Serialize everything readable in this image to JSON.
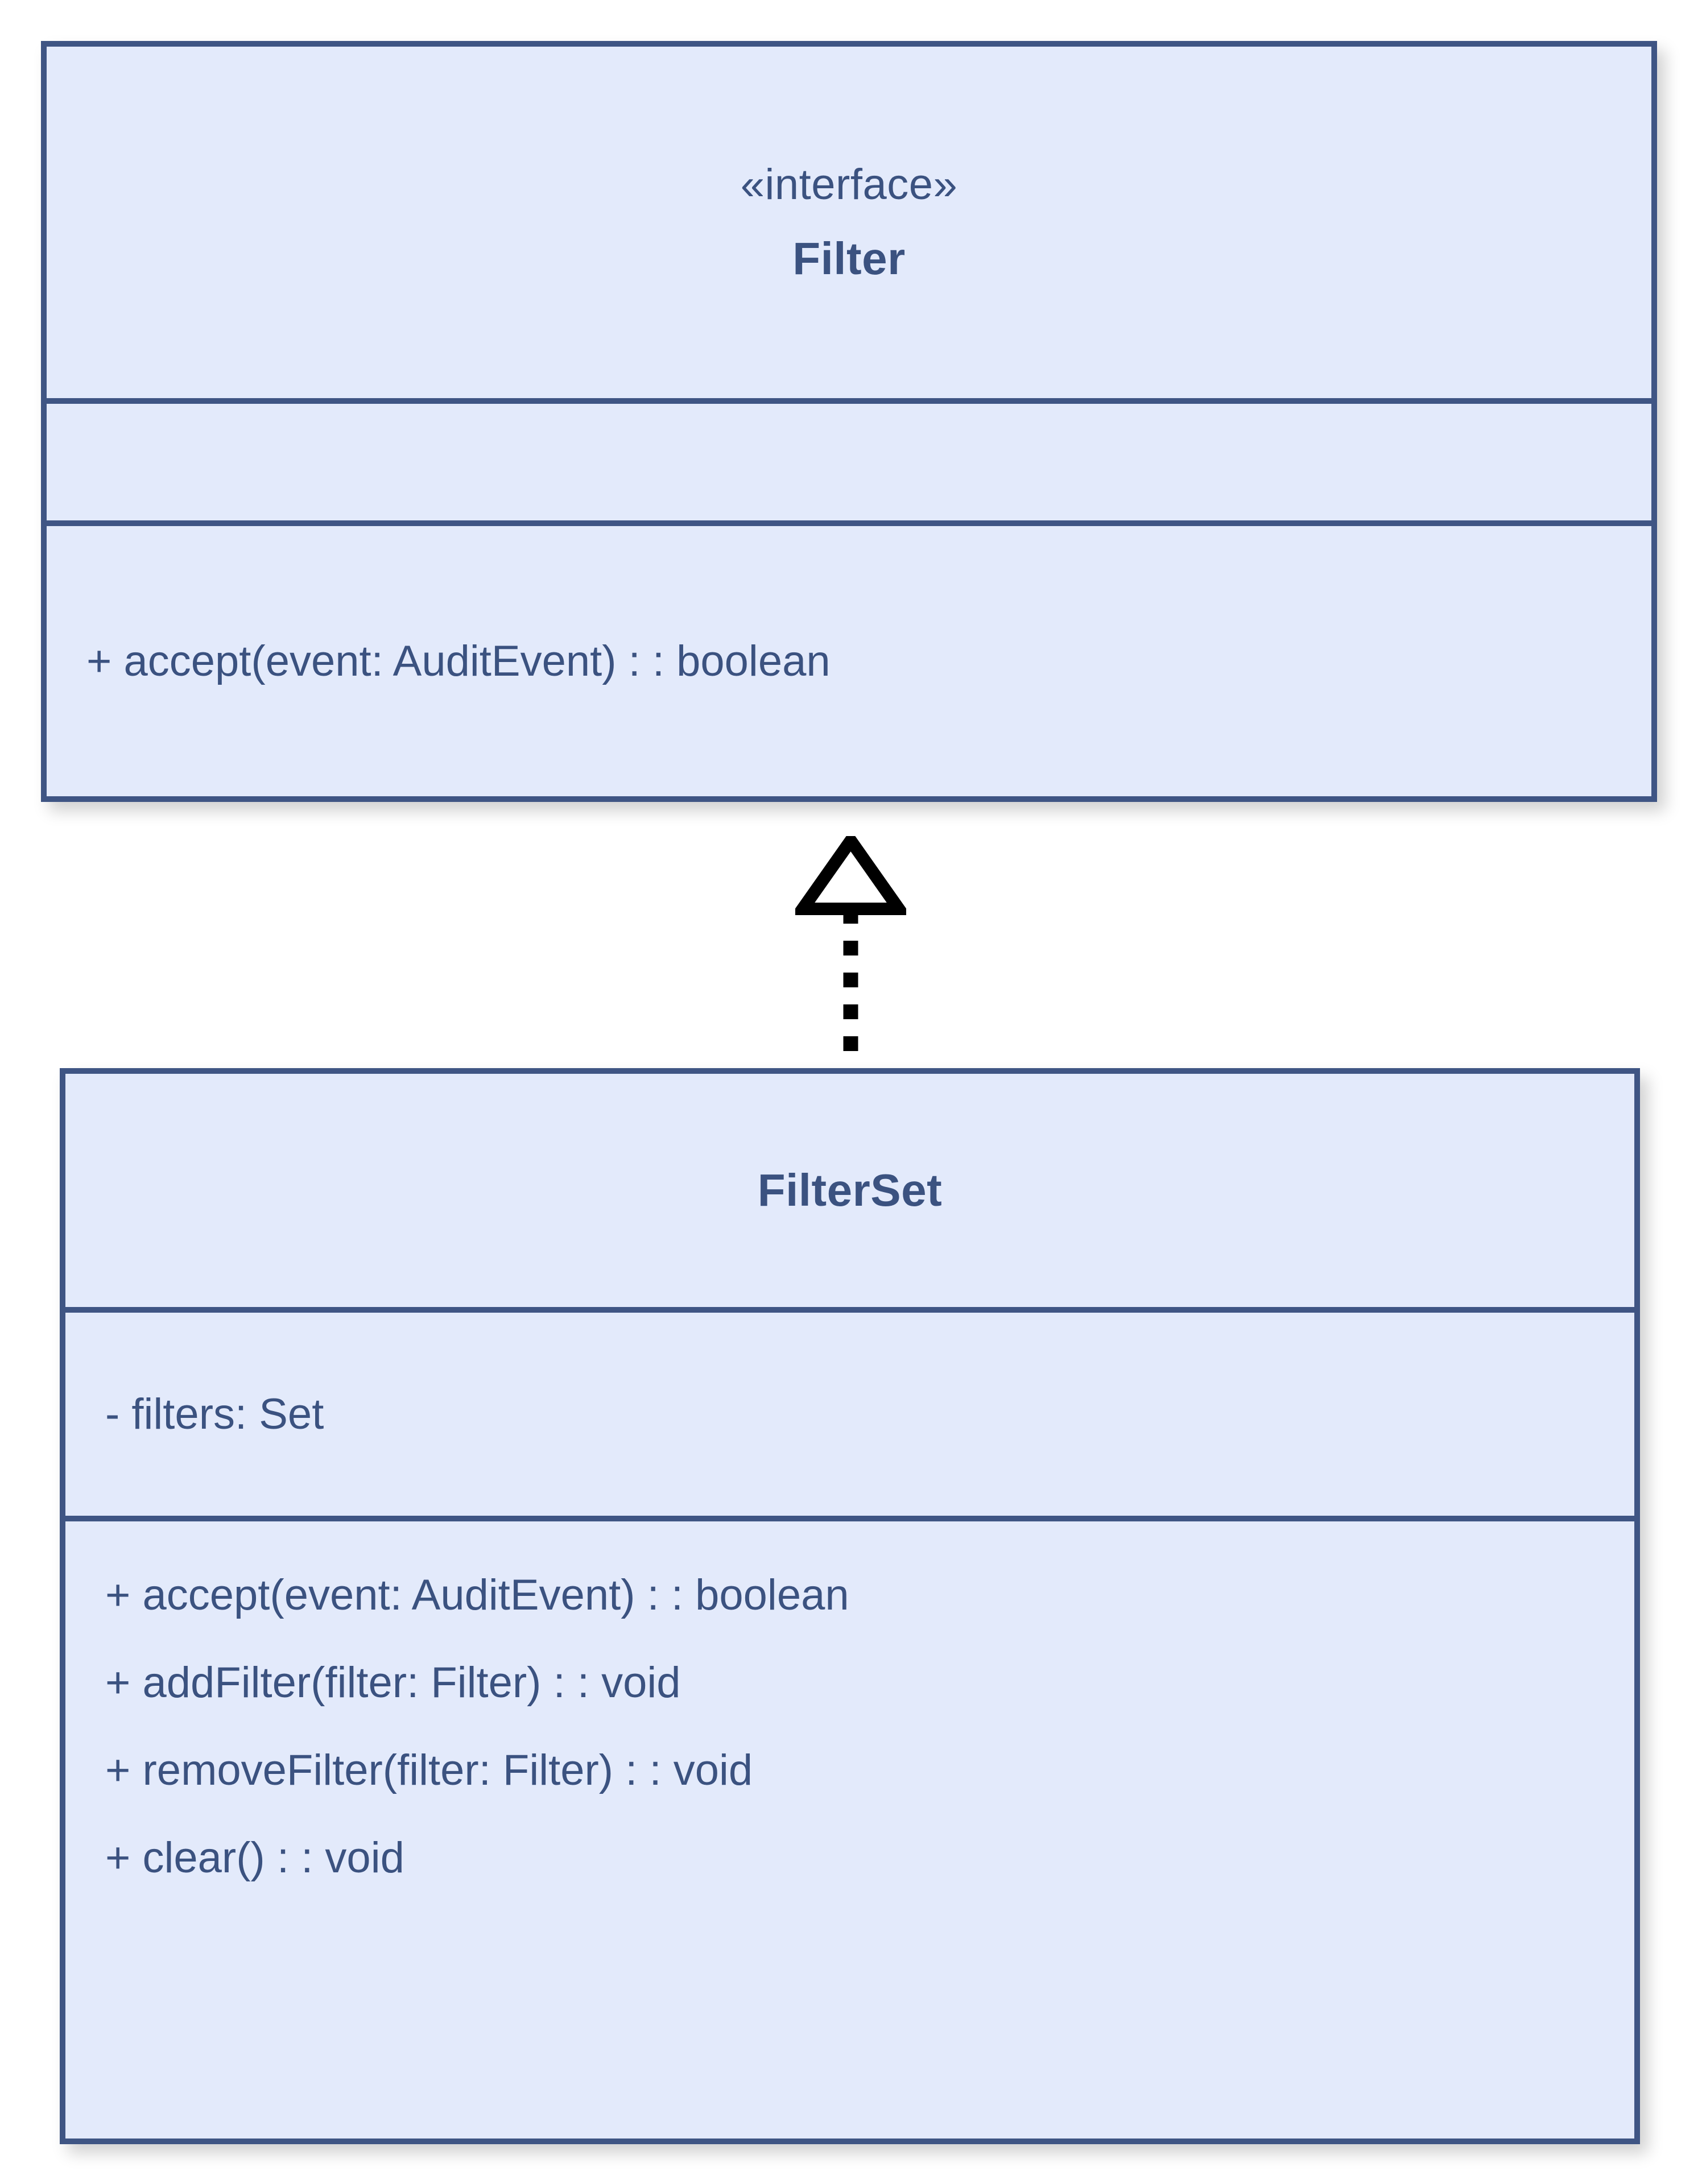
{
  "diagram": {
    "type": "uml-class-diagram",
    "background_color": "#ffffff",
    "box_fill_color": "#e3eafb",
    "box_border_color": "#3f5584",
    "text_color": "#3b5280",
    "connector_color": "#000000"
  },
  "classes": [
    {
      "id": "filter",
      "stereotype": "«interface»",
      "name": "Filter",
      "attributes": [],
      "methods": [
        "+ accept(event: AuditEvent) : : boolean"
      ]
    },
    {
      "id": "filterset",
      "stereotype": "",
      "name": "FilterSet",
      "attributes": [
        "- filters: Set"
      ],
      "methods": [
        "+ accept(event: AuditEvent) : : boolean",
        "+ addFilter(filter: Filter) : : void",
        "+ removeFilter(filter: Filter) : : void",
        "+ clear() : : void"
      ]
    }
  ],
  "relationships": [
    {
      "kind": "realization",
      "label": "",
      "source": "filterset",
      "target": "filter",
      "line_style": "dotted",
      "arrowhead": "hollow-triangle"
    }
  ]
}
